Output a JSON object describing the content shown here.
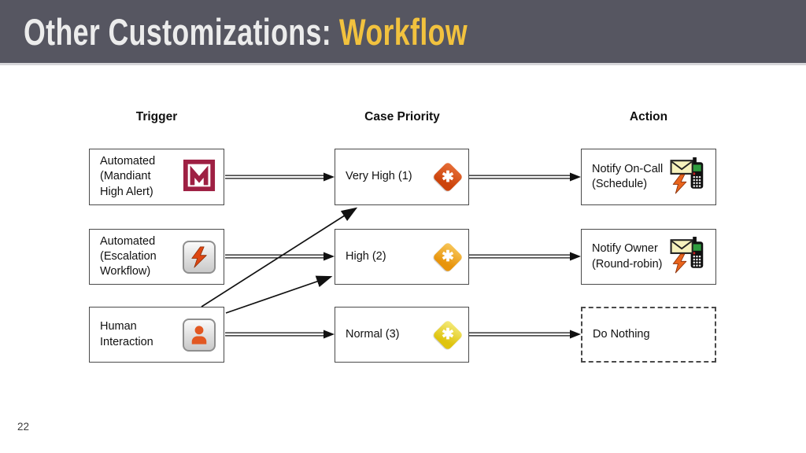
{
  "slide": {
    "title_prefix": "Other Customizations:",
    "title_highlight": "Workflow",
    "page_number": "22"
  },
  "diagram": {
    "column_headers": [
      "Trigger",
      "Case Priority",
      "Action"
    ],
    "triggers": [
      {
        "text": "Automated\n(Mandiant\nHigh Alert)",
        "icon": "mandiant-logo-icon"
      },
      {
        "text": "Automated\n(Escalation\nWorkflow)",
        "icon": "lightning-bolt-icon"
      },
      {
        "text": "Human\nInteraction",
        "icon": "person-icon"
      }
    ],
    "priorities": [
      {
        "text": "Very High (1)",
        "icon": "priority-diamond-icon",
        "diamond_color": "#cc430b"
      },
      {
        "text": "High (2)",
        "icon": "priority-diamond-icon",
        "diamond_color": "#e8940b"
      },
      {
        "text": "Normal (3)",
        "icon": "priority-diamond-icon",
        "diamond_color": "#dfc40e"
      }
    ],
    "actions": [
      {
        "text": "Notify On-Call\n(Schedule)",
        "icon": "mail-phone-icon"
      },
      {
        "text": "Notify Owner\n(Round-robin)",
        "icon": "mail-phone-icon"
      },
      {
        "text": "Do Nothing",
        "icon": null
      }
    ],
    "connections": [
      {
        "from": "Automated (Mandiant High Alert)",
        "to": "Very High (1)",
        "style": "double"
      },
      {
        "from": "Automated (Escalation Workflow)",
        "to": "High (2)",
        "style": "double"
      },
      {
        "from": "Human Interaction",
        "to": "Normal (3)",
        "style": "double"
      },
      {
        "from": "Human Interaction",
        "to": "Very High (1)",
        "style": "single"
      },
      {
        "from": "Human Interaction",
        "to": "High (2)",
        "style": "single"
      },
      {
        "from": "Very High (1)",
        "to": "Notify On-Call (Schedule)",
        "style": "double"
      },
      {
        "from": "High (2)",
        "to": "Notify Owner (Round-robin)",
        "style": "double"
      },
      {
        "from": "Normal (3)",
        "to": "Do Nothing",
        "style": "double"
      }
    ],
    "icons": {
      "diamond_glyph": "✱"
    },
    "colors": {
      "header_bar_bg": "#565661",
      "title_text": "#ececec",
      "title_highlight": "#f2c23e",
      "mandiant_red": "#9e2043",
      "bolt_orange": "#dd4612",
      "person_orange": "#e25822",
      "very_high_diamond": "#cc430b",
      "high_diamond": "#e8940b",
      "normal_diamond": "#dfc40e",
      "box_border": "#4a4a4a"
    }
  }
}
